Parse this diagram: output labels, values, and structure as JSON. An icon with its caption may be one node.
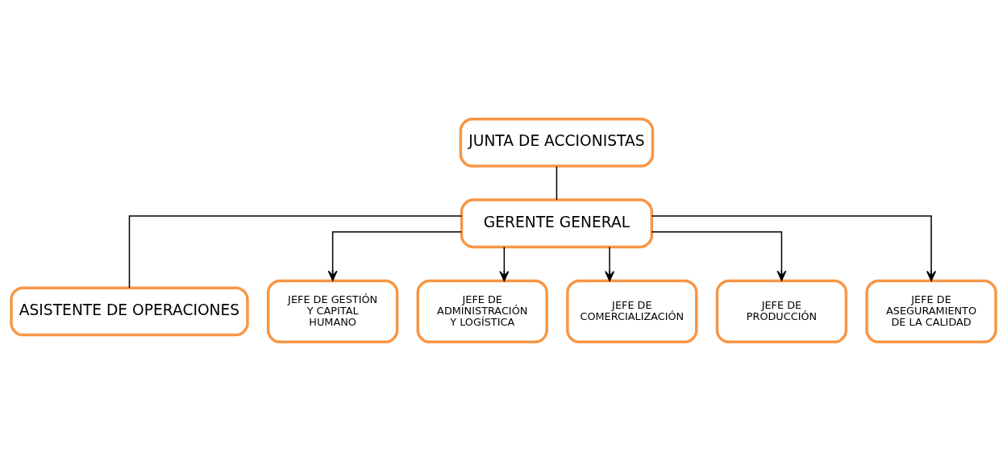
{
  "diagram": {
    "nodes": [
      {
        "text": [
          "JUNTA DE ACCIONISTAS"
        ]
      },
      {
        "text": [
          "GERENTE GENERAL"
        ]
      },
      {
        "text": [
          "ASISTENTE DE OPERACIONES"
        ]
      },
      {
        "text": [
          "JEFE DE GESTIÓN Y CAPITAL HUMANO"
        ]
      },
      {
        "text": [
          "JEFE DE ADMINISTRACIÓN Y LOGÍSTICA"
        ]
      },
      {
        "text": [
          "JEFE DE COMERCIALIZACIÓN"
        ]
      },
      {
        "text": [
          "JEFE DE PRODUCCIÓN"
        ]
      },
      {
        "text": [
          "JEFE DE ASEGURAMIENTO DE LA CALIDAD"
        ]
      }
    ],
    "edges": [
      {
        "from": 0,
        "to": 1,
        "arrow": "none"
      },
      {
        "from": 1,
        "to": 2,
        "arrow": "none"
      },
      {
        "from": 1,
        "to": 3,
        "arrow": "to"
      },
      {
        "from": 1,
        "to": 4,
        "arrow": "to"
      },
      {
        "from": 1,
        "to": 5,
        "arrow": "to"
      },
      {
        "from": 1,
        "to": 6,
        "arrow": "to"
      },
      {
        "from": 1,
        "to": 7,
        "arrow": "to"
      }
    ]
  }
}
